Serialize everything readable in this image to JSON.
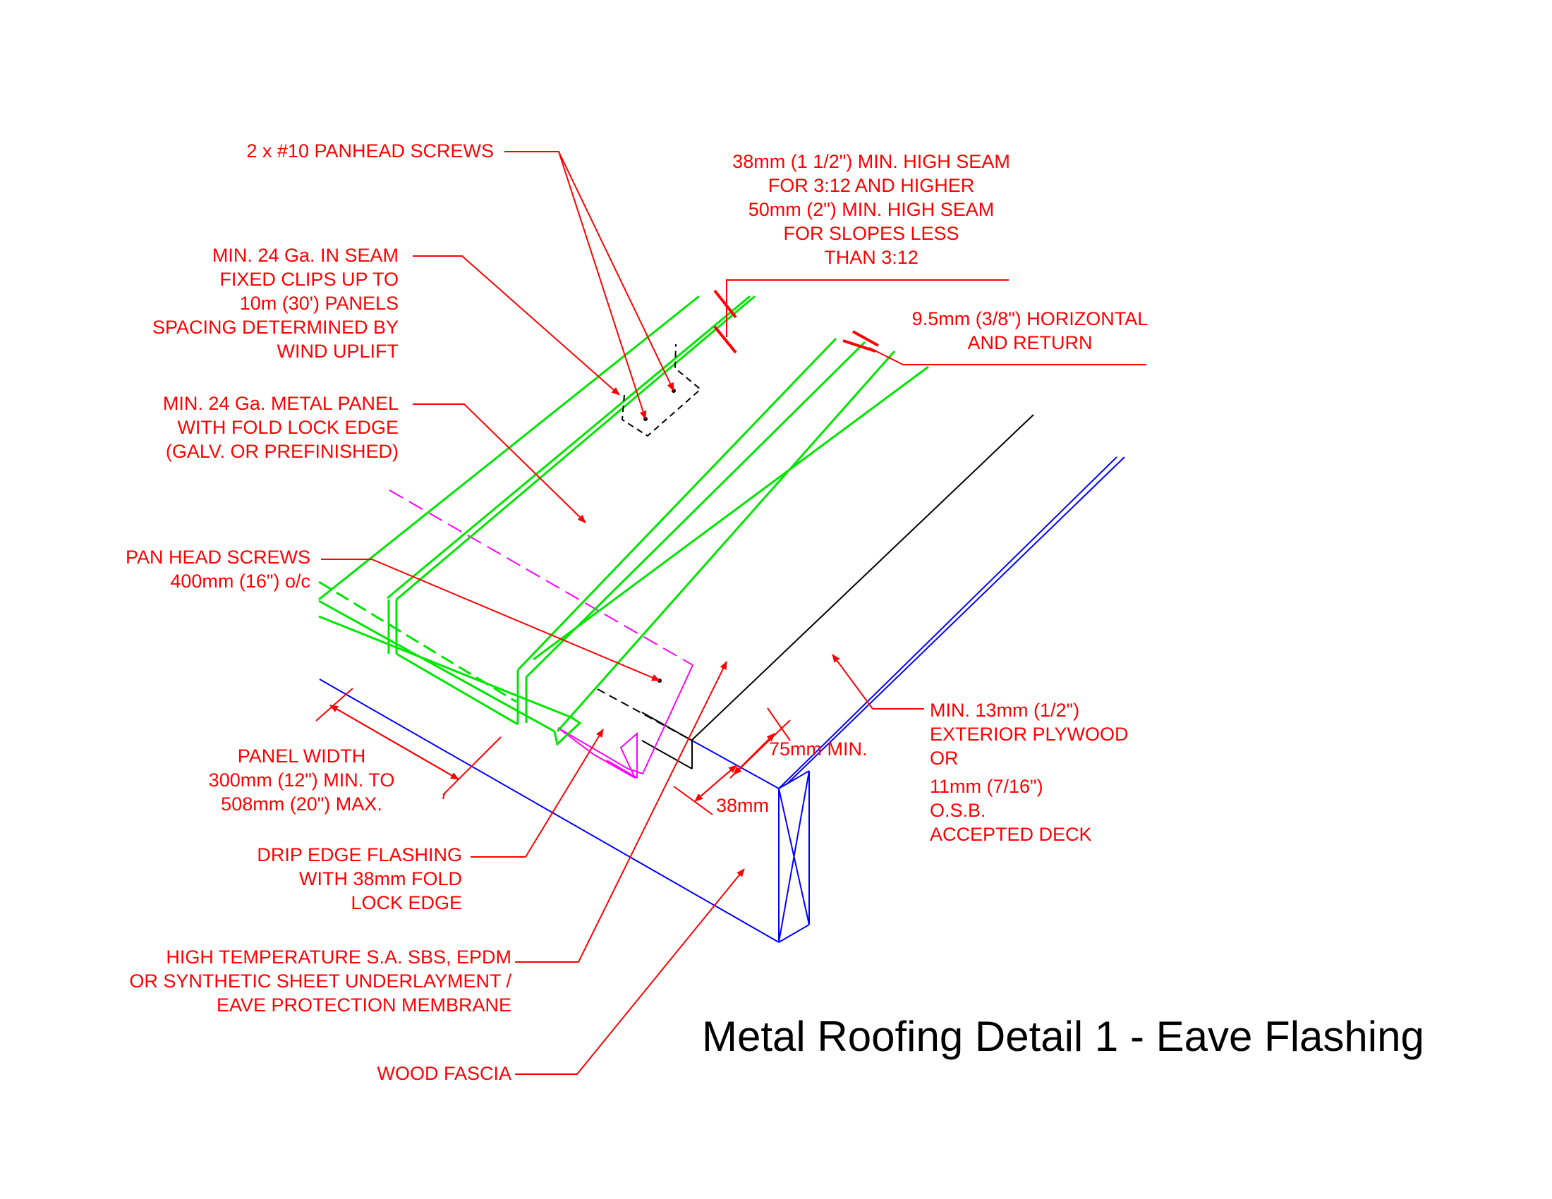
{
  "title": "Metal Roofing Detail 1 - Eave Flashing",
  "colors": {
    "annotation": "#ff0000",
    "metal_panel": "#00e600",
    "deck_fascia": "#0000ff",
    "drip_edge": "#ff00ff",
    "underlayment": "#000000"
  },
  "labels": {
    "screws_2x10": [
      "2 x #10 PANHEAD SCREWS"
    ],
    "seam_height": [
      "38mm (1 1/2\") MIN. HIGH SEAM",
      "FOR 3:12 AND HIGHER",
      "50mm (2\") MIN. HIGH SEAM",
      "FOR SLOPES LESS",
      "THAN 3:12"
    ],
    "clips": [
      "MIN. 24 Ga. IN SEAM",
      "FIXED CLIPS UP TO",
      "10m (30') PANELS",
      "SPACING DETERMINED BY",
      "WIND UPLIFT"
    ],
    "horizontal_return": [
      "9.5mm (3/8\") HORIZONTAL",
      "AND RETURN"
    ],
    "metal_panel": [
      "MIN. 24 Ga. METAL PANEL",
      "WITH FOLD LOCK EDGE",
      "(GALV. OR PREFINISHED)"
    ],
    "pan_head_screws": [
      "PAN HEAD SCREWS",
      "400mm (16\") o/c"
    ],
    "panel_width": [
      "PANEL WIDTH",
      "300mm (12\") MIN. TO",
      "508mm (20\") MAX."
    ],
    "dim_75": "75mm MIN.",
    "dim_38": "38mm",
    "deck": [
      "MIN. 13mm (1/2\")",
      "EXTERIOR PLYWOOD",
      "OR",
      "11mm (7/16\")",
      "O.S.B.",
      "ACCEPTED DECK"
    ],
    "drip_edge": [
      "DRIP EDGE FLASHING",
      "WITH 38mm FOLD",
      "LOCK EDGE"
    ],
    "underlayment": [
      "HIGH TEMPERATURE S.A. SBS, EPDM",
      "OR SYNTHETIC SHEET UNDERLAYMENT /",
      "EAVE PROTECTION MEMBRANE"
    ],
    "fascia": [
      "WOOD FASCIA"
    ]
  }
}
